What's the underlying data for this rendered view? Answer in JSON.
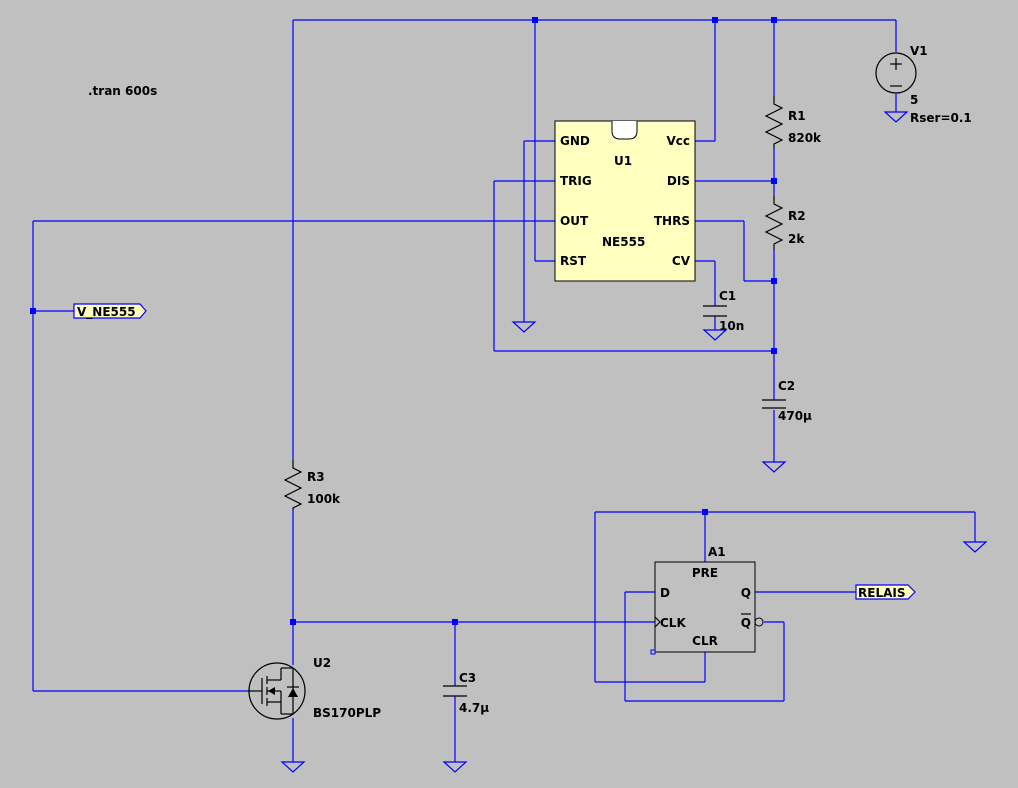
{
  "directive": ".tran 600s",
  "components": {
    "v1": {
      "name": "V1",
      "value": "5",
      "rser": "Rser=0.1"
    },
    "r1": {
      "name": "R1",
      "value": "820k"
    },
    "r2": {
      "name": "R2",
      "value": "2k"
    },
    "r3": {
      "name": "R3",
      "value": "100k"
    },
    "c1": {
      "name": "C1",
      "value": "10n"
    },
    "c2": {
      "name": "C2",
      "value": "470µ"
    },
    "c3": {
      "name": "C3",
      "value": "4.7µ"
    },
    "u1": {
      "name": "U1",
      "model": "NE555",
      "pins": {
        "gnd": "GND",
        "trig": "TRIG",
        "out": "OUT",
        "rst": "RST",
        "vcc": "Vcc",
        "dis": "DIS",
        "thrs": "THRS",
        "cv": "CV"
      }
    },
    "u2": {
      "name": "U2",
      "model": "BS170PLP"
    },
    "a1": {
      "name": "A1",
      "pins": {
        "pre": "PRE",
        "d": "D",
        "clk": "CLK",
        "clr": "CLR",
        "q": "Q",
        "qbar": "Q"
      }
    }
  },
  "net_labels": {
    "v_ne555": "V_NE555",
    "relais": "RELAIS"
  },
  "colors": {
    "background": "#c0c0c0",
    "wire": "#0000ff",
    "component": "#000000",
    "ic_fill": "#ffffc0"
  }
}
